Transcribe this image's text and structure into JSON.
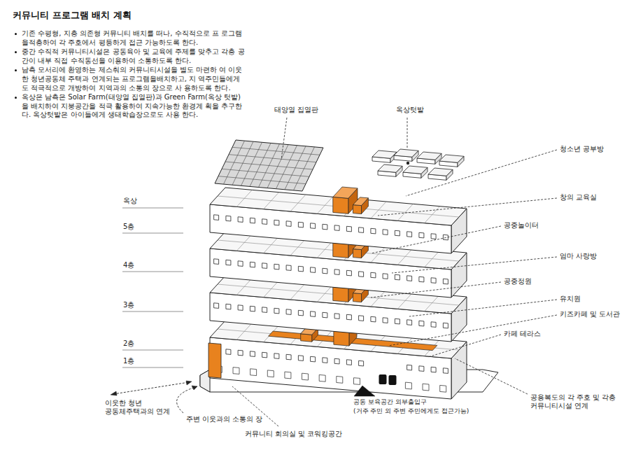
{
  "diagram": {
    "title": "커뮤니티 프로그램 배치 계획",
    "labels": [
      "기존 수평형, 지층 의존형 커뮤니티 배치를 떠나, 수직적으로 프 로그램을적층하여 각 주호에서 평등하게 접근 가능하도록 한다.",
      "중간 수직적 커뮤니티시설은 공동육아 및 교육에 주제를 맞추고 각층 공간이 내부 직접 수직동선을 이용하여 소통하도록 한다.",
      "남측 모서리에 환영하는 제스춰의 커뮤니티시설을 별도 마련하 여 이웃한 청년공동체 주택과 연계되는 프로그램을배치하고, 지 역주민들에게도 적극적으로 개방하여 지역과의 소통의 장으로 사 용하도록 한다.",
      "옥상은 남측은 Solar Farm(태양열 집열판)과 Green Farm(옥상 텃밭)을 배치하여 지붕공간을 적극 활용하여 지속가능한 환경계 획을 추구한다. 옥상텃밭은 아이들에게 생태학습장으로도 사용 한다.",
      "태양열 집열판",
      "옥상텃밭",
      "청소년 공부방",
      "창의 교육실",
      "공중놀이터",
      "엄마 사랑방",
      "공중정원",
      "유치원",
      "키즈카페 및 도서관",
      "카페 테라스",
      "공용복도의 각 주호 및 각층 커뮤니티시설 연계",
      "옥상",
      "5층",
      "4층",
      "3층",
      "2층",
      "1층",
      "공동 보육공간 외부출입구",
      "(거주 주민 외 주변 주민에게도 접근가능)",
      "이웃한 청년 공동체주택과의 연계",
      "주변 이웃과의 소통의 장",
      "커뮤니티 회의실 및 코워킹공간"
    ]
  }
}
